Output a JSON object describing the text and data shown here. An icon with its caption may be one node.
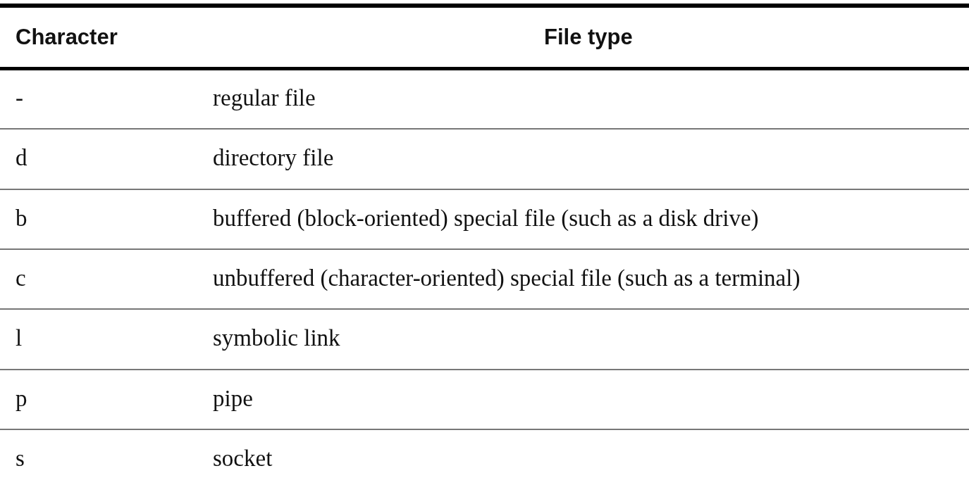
{
  "diagram": {
    "labels": [
      "Character",
      "File type",
      "-",
      "regular file",
      "d",
      "directory file",
      "b",
      "buffered (block-oriented) special file (such as a disk drive)",
      "c",
      "unbuffered (character-oriented) special file (such as a terminal)",
      "l",
      "symbolic link",
      "p",
      "pipe",
      "s",
      "socket"
    ]
  }
}
